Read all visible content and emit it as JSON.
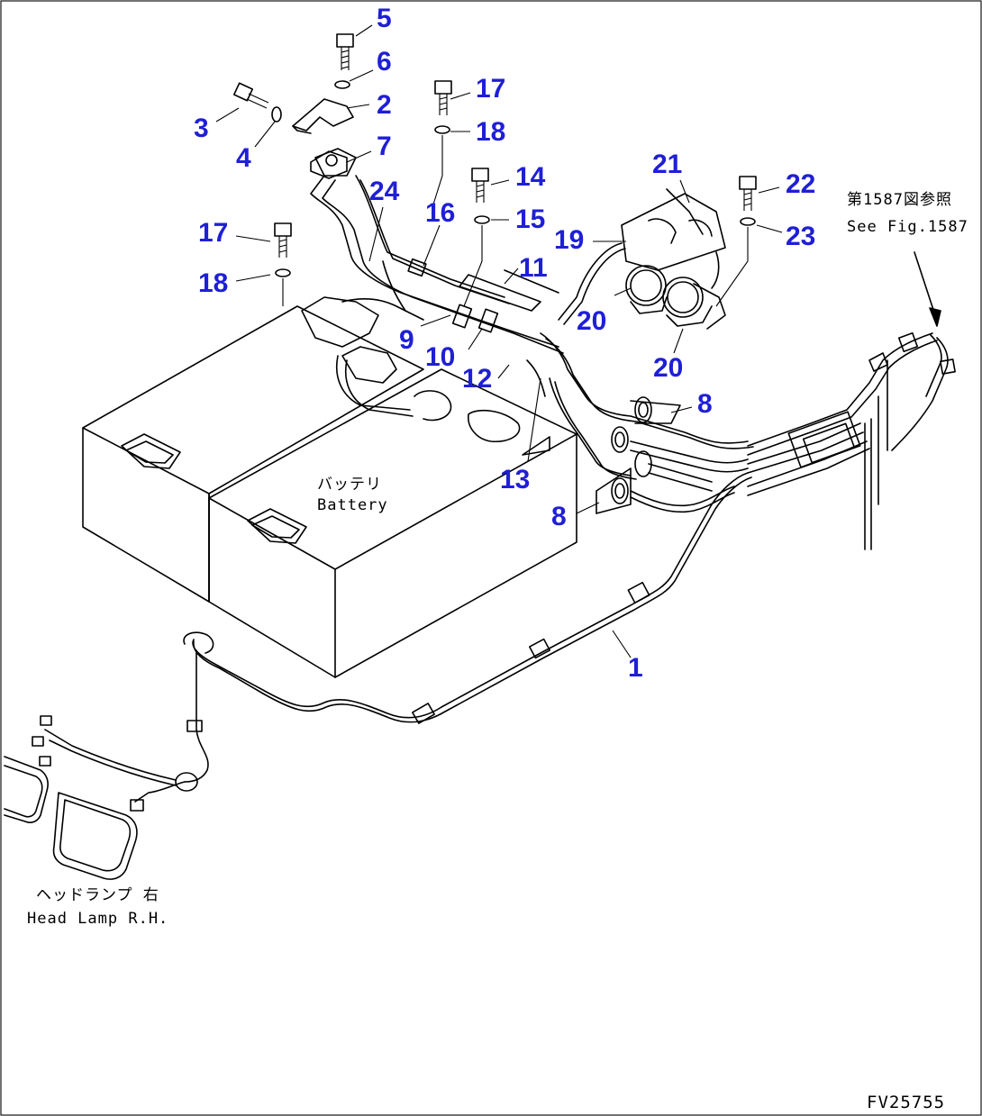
{
  "callouts": [
    {
      "id": "5",
      "label": "5"
    },
    {
      "id": "6",
      "label": "6"
    },
    {
      "id": "2",
      "label": "2"
    },
    {
      "id": "3",
      "label": "3"
    },
    {
      "id": "4",
      "label": "4"
    },
    {
      "id": "7",
      "label": "7"
    },
    {
      "id": "17a",
      "label": "17"
    },
    {
      "id": "18a",
      "label": "18"
    },
    {
      "id": "14",
      "label": "14"
    },
    {
      "id": "15",
      "label": "15"
    },
    {
      "id": "16",
      "label": "16"
    },
    {
      "id": "24",
      "label": "24"
    },
    {
      "id": "21",
      "label": "21"
    },
    {
      "id": "22",
      "label": "22"
    },
    {
      "id": "23",
      "label": "23"
    },
    {
      "id": "19",
      "label": "19"
    },
    {
      "id": "17b",
      "label": "17"
    },
    {
      "id": "18b",
      "label": "18"
    },
    {
      "id": "11",
      "label": "11"
    },
    {
      "id": "20a",
      "label": "20"
    },
    {
      "id": "20b",
      "label": "20"
    },
    {
      "id": "9",
      "label": "9"
    },
    {
      "id": "10",
      "label": "10"
    },
    {
      "id": "12",
      "label": "12"
    },
    {
      "id": "8a",
      "label": "8"
    },
    {
      "id": "13",
      "label": "13"
    },
    {
      "id": "8b",
      "label": "8"
    },
    {
      "id": "1",
      "label": "1"
    }
  ],
  "notes": {
    "ref_jp": "第1587図参照",
    "ref_en": "See Fig.1587",
    "battery_jp": "バッテリ",
    "battery_en": "Battery",
    "headlamp_jp": "ヘッドランプ 右",
    "headlamp_en": "Head Lamp R.H.",
    "drawing_code": "FV25755"
  },
  "colors": {
    "callout": "#1f1fd6",
    "line": "#000000"
  }
}
